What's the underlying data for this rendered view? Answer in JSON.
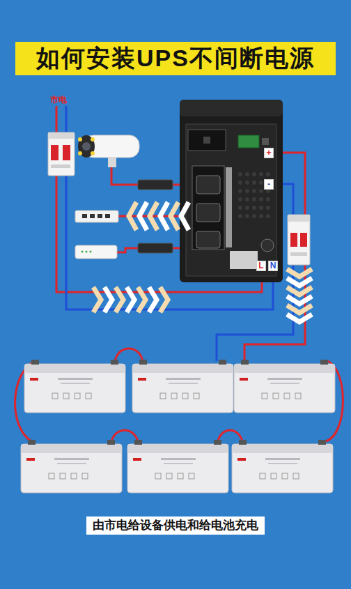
{
  "diagram": {
    "title": "如何安装UPS不间断电源",
    "caption": "由市电给设备供电和给电池充电",
    "nodes": [
      {
        "text": [
          "+"
        ]
      },
      {
        "text": [
          "-"
        ]
      },
      {
        "text": [
          "L"
        ]
      },
      {
        "text": [
          "N"
        ]
      }
    ],
    "labels": [
      "市电"
    ]
  }
}
